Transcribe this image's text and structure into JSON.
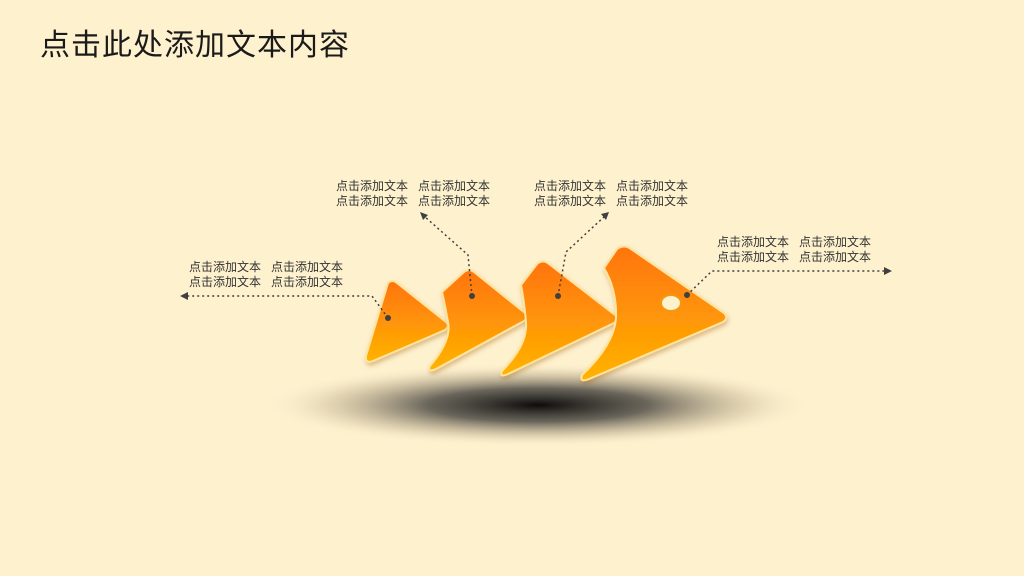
{
  "title": "点击此处添加文本内容",
  "colors": {
    "background": "#FEF1CE",
    "arrow_top": "#FF7A10",
    "arrow_bottom": "#FFB000",
    "arrow_edge": "#FFE7A6",
    "connector": "#404040"
  },
  "labels": [
    {
      "row1": [
        "点击添加文本",
        "点击添加文本"
      ],
      "row2": [
        "点击添加文本",
        "点击添加文本"
      ]
    },
    {
      "row1": [
        "点击添加文本",
        "点击添加文本"
      ],
      "row2": [
        "点击添加文本",
        "点击添加文本"
      ]
    },
    {
      "row1": [
        "点击添加文本",
        "点击添加文本"
      ],
      "row2": [
        "点击添加文本",
        "点击添加文本"
      ]
    },
    {
      "row1": [
        "点击添加文本",
        "点击添加文本"
      ],
      "row2": [
        "点击添加文本",
        "点击添加文本"
      ]
    }
  ]
}
